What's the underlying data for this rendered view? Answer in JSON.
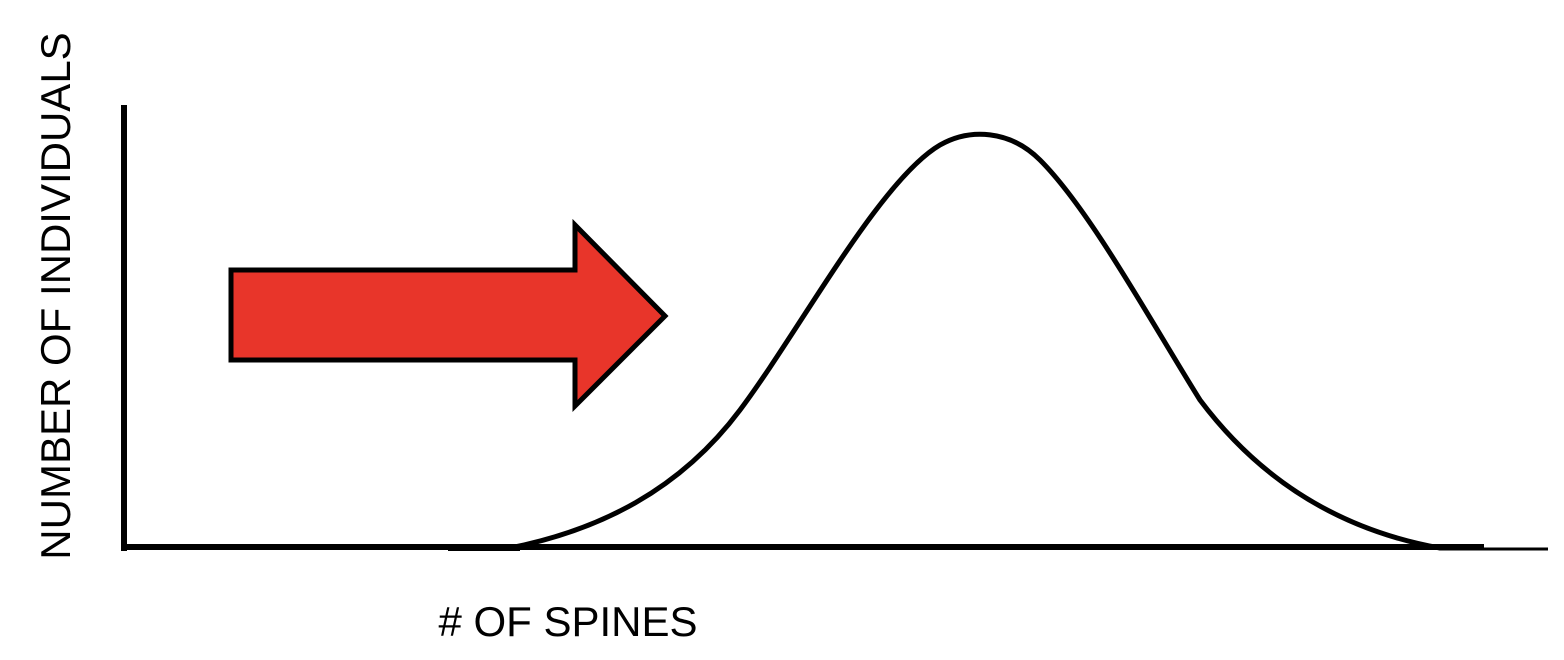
{
  "figure": {
    "x_axis_label": "# OF SPINES",
    "y_axis_label": "NUMBER OF INDIVIDUALS",
    "curve_shape": "bell-curve",
    "arrow_direction": "right",
    "colors": {
      "arrow_fill": "#E8352A",
      "stroke": "#000000",
      "background": "#FFFFFF"
    }
  }
}
